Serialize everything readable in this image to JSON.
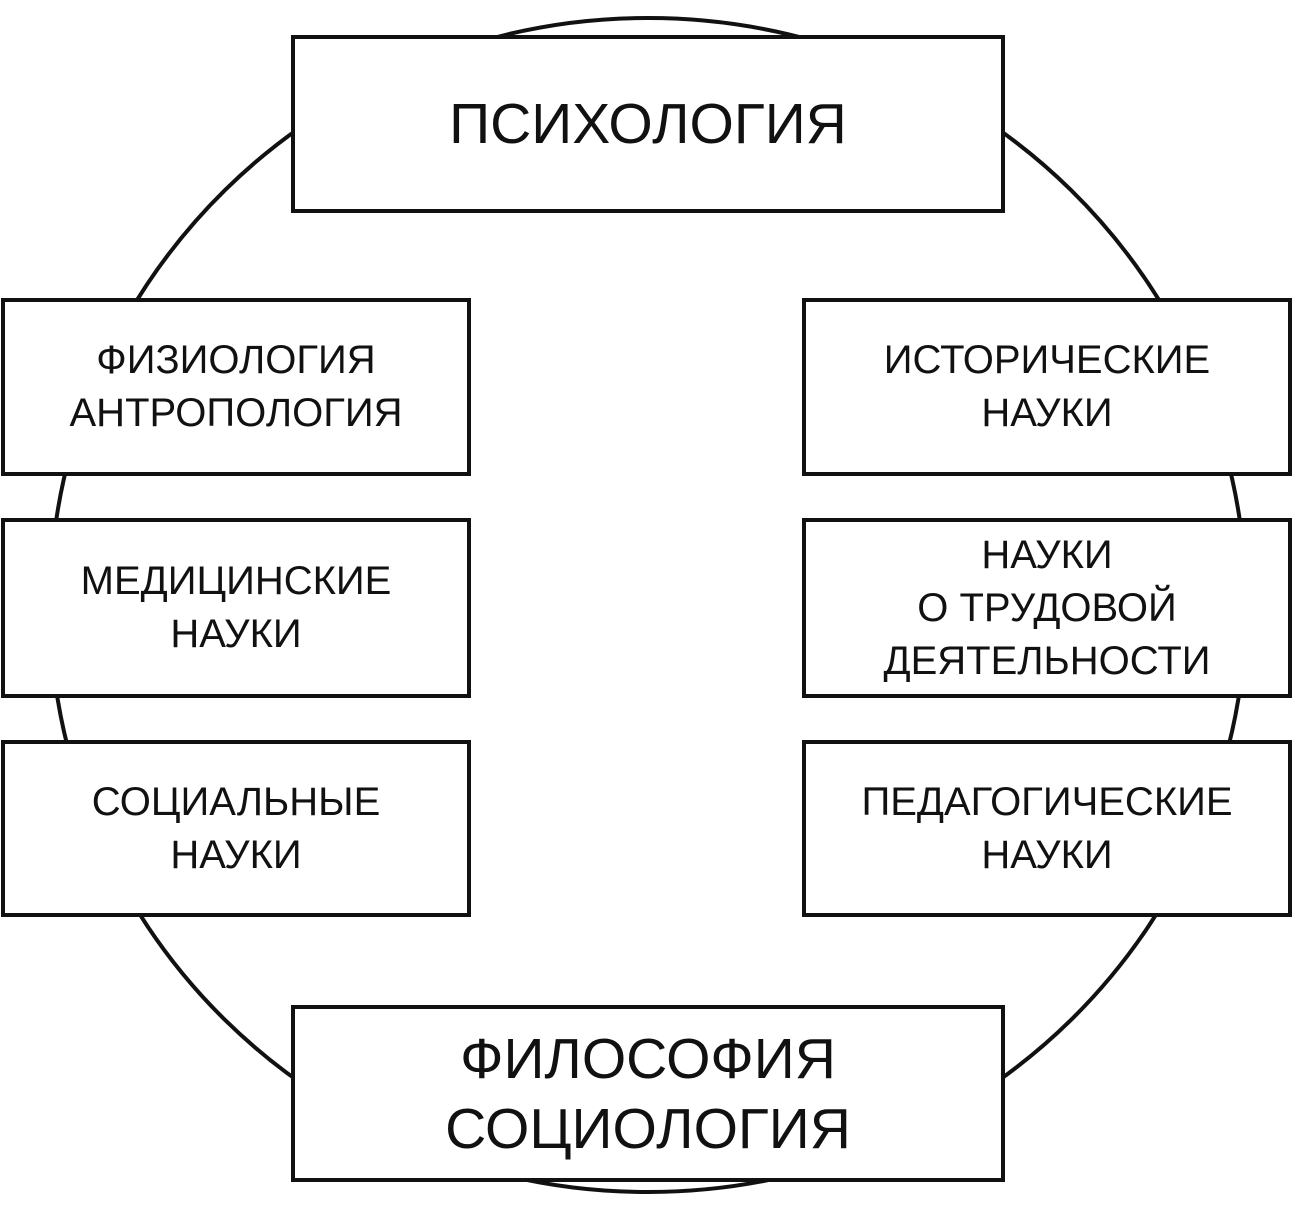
{
  "diagram": {
    "top": {
      "lines": [
        "ПСИХОЛОГИЯ"
      ]
    },
    "bottom": {
      "lines": [
        "ФИЛОСОФИЯ",
        "СОЦИОЛОГИЯ"
      ]
    },
    "left": [
      {
        "lines": [
          "ФИЗИОЛОГИЯ",
          "АНТРОПОЛОГИЯ"
        ]
      },
      {
        "lines": [
          "МЕДИЦИНСКИЕ",
          "НАУКИ"
        ]
      },
      {
        "lines": [
          "СОЦИАЛЬНЫЕ",
          "НАУКИ"
        ]
      }
    ],
    "right": [
      {
        "lines": [
          "ИСТОРИЧЕСКИЕ",
          "НАУКИ"
        ]
      },
      {
        "lines": [
          "НАУКИ",
          "О ТРУДОВОЙ",
          "ДЕЯТЕЛЬНОСТИ"
        ]
      },
      {
        "lines": [
          "ПЕДАГОГИЧЕСКИЕ",
          "НАУКИ"
        ]
      }
    ],
    "colors": {
      "line": "#111111",
      "background": "#ffffff"
    }
  }
}
